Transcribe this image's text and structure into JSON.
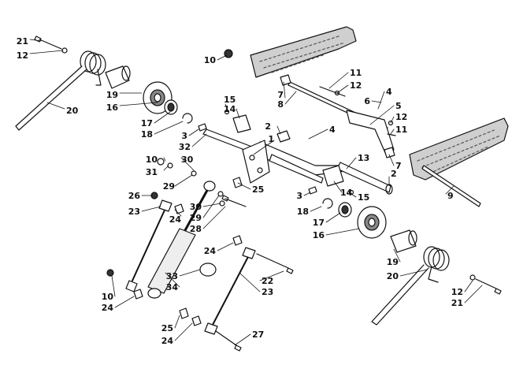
{
  "diagram": {
    "labels": [
      {
        "id": "l21a",
        "text": "21"
      },
      {
        "id": "l12a",
        "text": "12"
      },
      {
        "id": "l20a",
        "text": "20"
      },
      {
        "id": "l19a",
        "text": "19"
      },
      {
        "id": "l16a",
        "text": "16"
      },
      {
        "id": "l17a",
        "text": "17"
      },
      {
        "id": "l18a",
        "text": "18"
      },
      {
        "id": "l3a",
        "text": "3"
      },
      {
        "id": "l32",
        "text": "32"
      },
      {
        "id": "l10a",
        "text": "10"
      },
      {
        "id": "l31",
        "text": "31"
      },
      {
        "id": "l30a",
        "text": "30"
      },
      {
        "id": "l29a",
        "text": "29"
      },
      {
        "id": "l26",
        "text": "26"
      },
      {
        "id": "l23a",
        "text": "23"
      },
      {
        "id": "l24a",
        "text": "24"
      },
      {
        "id": "l30b",
        "text": "30"
      },
      {
        "id": "l29b",
        "text": "29"
      },
      {
        "id": "l28",
        "text": "28"
      },
      {
        "id": "l25a",
        "text": "25"
      },
      {
        "id": "l10b",
        "text": "10"
      },
      {
        "id": "l24b",
        "text": "24"
      },
      {
        "id": "l33",
        "text": "33"
      },
      {
        "id": "l34",
        "text": "34"
      },
      {
        "id": "l25b",
        "text": "25"
      },
      {
        "id": "l24c",
        "text": "24"
      },
      {
        "id": "l24d",
        "text": "24"
      },
      {
        "id": "l22",
        "text": "22"
      },
      {
        "id": "l23b",
        "text": "23"
      },
      {
        "id": "l27",
        "text": "27"
      },
      {
        "id": "l10c",
        "text": "10"
      },
      {
        "id": "l15a",
        "text": "15"
      },
      {
        "id": "l14a",
        "text": "14"
      },
      {
        "id": "l2a",
        "text": "2"
      },
      {
        "id": "l1",
        "text": "1"
      },
      {
        "id": "l4a",
        "text": "4"
      },
      {
        "id": "l7a",
        "text": "7"
      },
      {
        "id": "l8",
        "text": "8"
      },
      {
        "id": "l11a",
        "text": "11"
      },
      {
        "id": "l12b",
        "text": "12"
      },
      {
        "id": "l6",
        "text": "6"
      },
      {
        "id": "l4b",
        "text": "4"
      },
      {
        "id": "l5",
        "text": "5"
      },
      {
        "id": "l12c",
        "text": "12"
      },
      {
        "id": "l11b",
        "text": "11"
      },
      {
        "id": "l7b",
        "text": "7"
      },
      {
        "id": "l13",
        "text": "13"
      },
      {
        "id": "l2b",
        "text": "2"
      },
      {
        "id": "l9",
        "text": "9"
      },
      {
        "id": "l3b",
        "text": "3"
      },
      {
        "id": "l14b",
        "text": "14"
      },
      {
        "id": "l15b",
        "text": "15"
      },
      {
        "id": "l18b",
        "text": "18"
      },
      {
        "id": "l17b",
        "text": "17"
      },
      {
        "id": "l16b",
        "text": "16"
      },
      {
        "id": "l19b",
        "text": "19"
      },
      {
        "id": "l20b",
        "text": "20"
      },
      {
        "id": "l12d",
        "text": "12"
      },
      {
        "id": "l21b",
        "text": "21"
      }
    ]
  }
}
